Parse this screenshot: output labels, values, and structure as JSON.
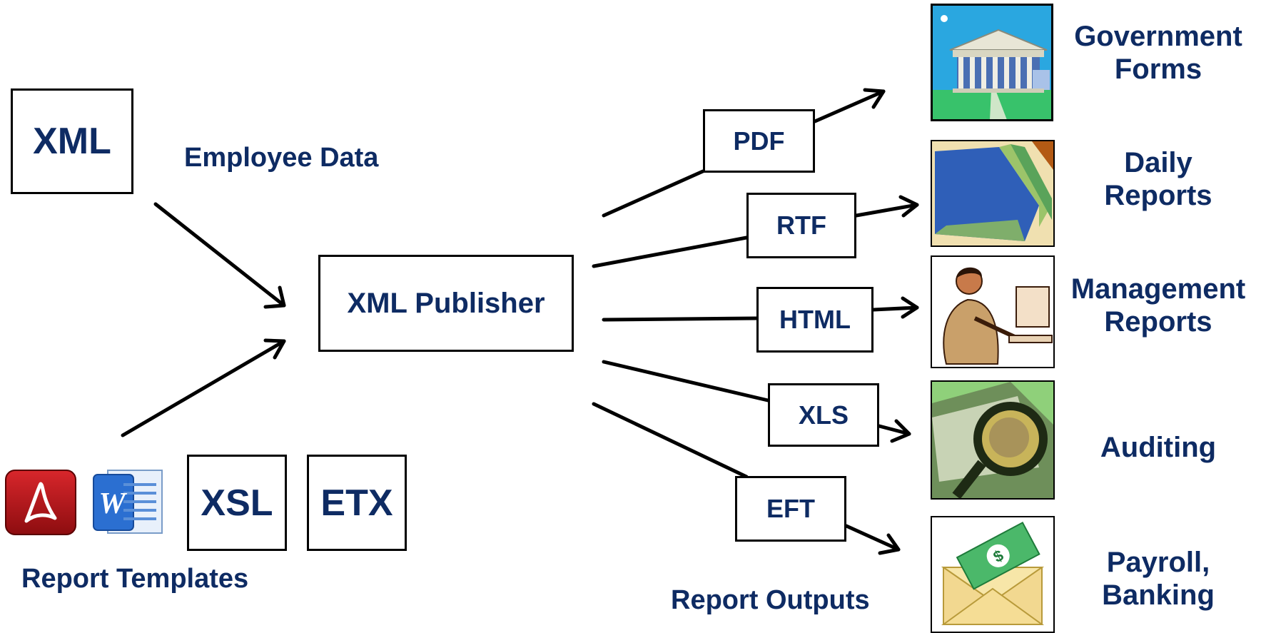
{
  "inputs": {
    "xml_box": "XML",
    "employee_data": "Employee Data",
    "xsl_box": "XSL",
    "etx_box": "ETX",
    "report_templates": "Report Templates",
    "pdf_app_icon": "adobe-acrobat-icon",
    "word_app_icon": "word-document-icon",
    "word_icon_letter": "W"
  },
  "center": {
    "publisher": "XML Publisher"
  },
  "formats": [
    "PDF",
    "RTF",
    "HTML",
    "XLS",
    "EFT"
  ],
  "report_outputs": "Report Outputs",
  "outputs": [
    {
      "line1": "Government",
      "line2": "Forms",
      "icon": "government-building-icon"
    },
    {
      "line1": "Daily",
      "line2": "Reports",
      "icon": "file-folders-icon"
    },
    {
      "line1": "Management",
      "line2": "Reports",
      "icon": "businessman-computer-icon"
    },
    {
      "line1": "Auditing",
      "line2": "",
      "icon": "magnifier-money-icon"
    },
    {
      "line1": "Payroll,",
      "line2": "Banking",
      "icon": "money-envelope-icon"
    }
  ],
  "colors": {
    "text": "#0e2b63",
    "lines": "#000000"
  }
}
